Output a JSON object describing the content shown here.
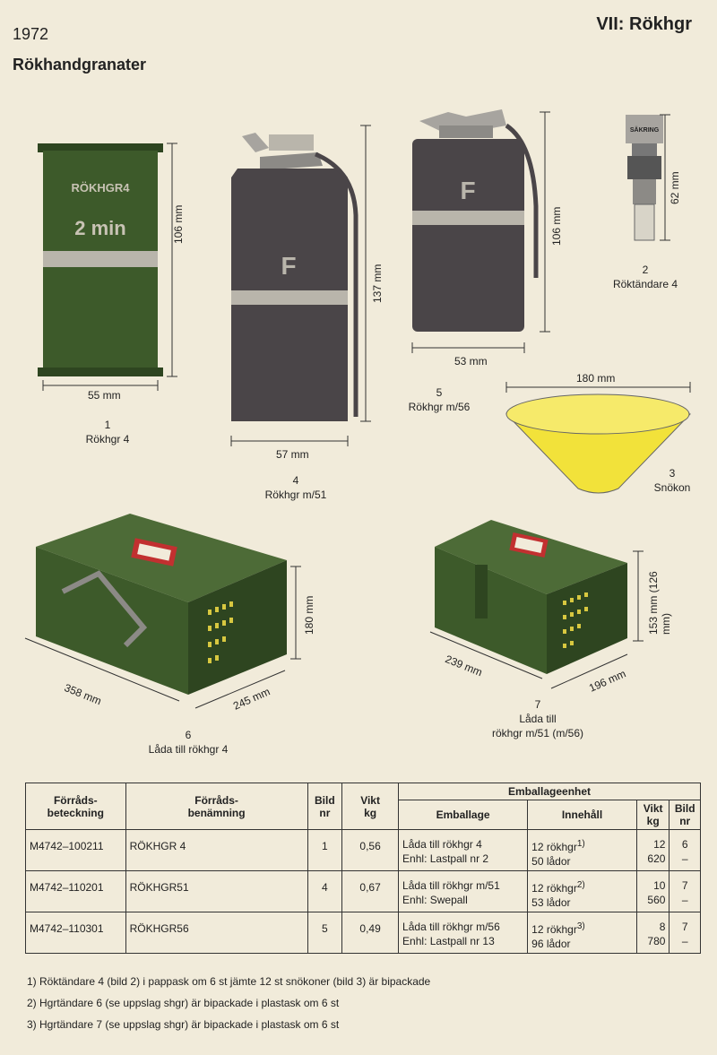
{
  "header": {
    "year": "1972",
    "section": "VII: Rökhgr",
    "title": "Rökhandgranater"
  },
  "figures": {
    "fig1": {
      "number": "1",
      "name": "Rökhgr 4",
      "width": "55 mm",
      "height": "106 mm",
      "label_top": "RÖKHGR4",
      "label_mid": "2 min"
    },
    "fig4": {
      "number": "4",
      "name": "Rökhgr m/51",
      "width": "57 mm",
      "height": "137 mm",
      "mark": "F"
    },
    "fig5": {
      "number": "5",
      "name": "Rökhgr m/56",
      "width": "53 mm",
      "height": "106 mm",
      "mark": "F"
    },
    "fig2": {
      "number": "2",
      "name": "Röktändare 4",
      "height": "62 mm",
      "label": "SÄKRING"
    },
    "fig3": {
      "number": "3",
      "name": "Snökon",
      "width": "180 mm"
    },
    "fig6": {
      "number": "6",
      "name": "Låda till rökhgr 4",
      "length": "358 mm",
      "depth": "245 mm",
      "height": "180 mm"
    },
    "fig7": {
      "number": "7",
      "name_line1": "Låda till",
      "name_line2": "rökhgr m/51 (m/56)",
      "length": "239 mm",
      "depth": "196 mm",
      "height": "153 mm (126 mm)"
    }
  },
  "table": {
    "headers": {
      "forrad_bet": [
        "Förråds-",
        "beteckning"
      ],
      "forrad_ben": [
        "Förråds-",
        "benämning"
      ],
      "bild": [
        "Bild",
        "nr"
      ],
      "vikt": [
        "Vikt",
        "kg"
      ],
      "emballageenhet": "Emballageenhet",
      "emballage": "Emballage",
      "innehall": "Innehåll",
      "vikt2": [
        "Vikt",
        "kg"
      ],
      "bild2": [
        "Bild",
        "nr"
      ]
    },
    "rows": [
      {
        "bet": "M4742–100211",
        "ben": "RÖKHGR  4",
        "bild": "1",
        "vikt": "0,56",
        "emb1": "Låda till rökhgr 4",
        "emb2": "Enhl: Lastpall nr 2",
        "inn1": "12 rökhgr",
        "sup": "1)",
        "inn2": "50 lådor",
        "vikt1": "12",
        "vikt2": "620",
        "bild1": "6",
        "bild2": "–"
      },
      {
        "bet": "M4742–110201",
        "ben": "RÖKHGR51",
        "bild": "4",
        "vikt": "0,67",
        "emb1": "Låda till rökhgr m/51",
        "emb2": "Enhl: Swepall",
        "inn1": "12 rökhgr",
        "sup": "2)",
        "inn2": "53 lådor",
        "vikt1": "10",
        "vikt2": "560",
        "bild1": "7",
        "bild2": "–"
      },
      {
        "bet": "M4742–110301",
        "ben": "RÖKHGR56",
        "bild": "5",
        "vikt": "0,49",
        "emb1": "Låda till rökhgr m/56",
        "emb2": "Enhl: Lastpall nr 13",
        "inn1": "12 rökhgr",
        "sup": "3)",
        "inn2": "96 lådor",
        "vikt1": "8",
        "vikt2": "780",
        "bild1": "7",
        "bild2": "–"
      }
    ]
  },
  "footnotes": [
    "1) Röktändare 4 (bild 2) i pappask om 6 st jämte 12 st snökoner (bild 3) är bipackade",
    "2) Hgrtändare 6 (se uppslag shgr) är bipackade i plastask om 6 st",
    "3) Hgrtändare 7 (se uppslag shgr) är bipackade i plastask om 6 st"
  ],
  "colors": {
    "green": "#3d5a2a",
    "dark_green": "#2e4520",
    "grey": "#4a4548",
    "band": "#b9b5ab",
    "yellow": "#f2e23a",
    "paper": "#f1ebda"
  }
}
